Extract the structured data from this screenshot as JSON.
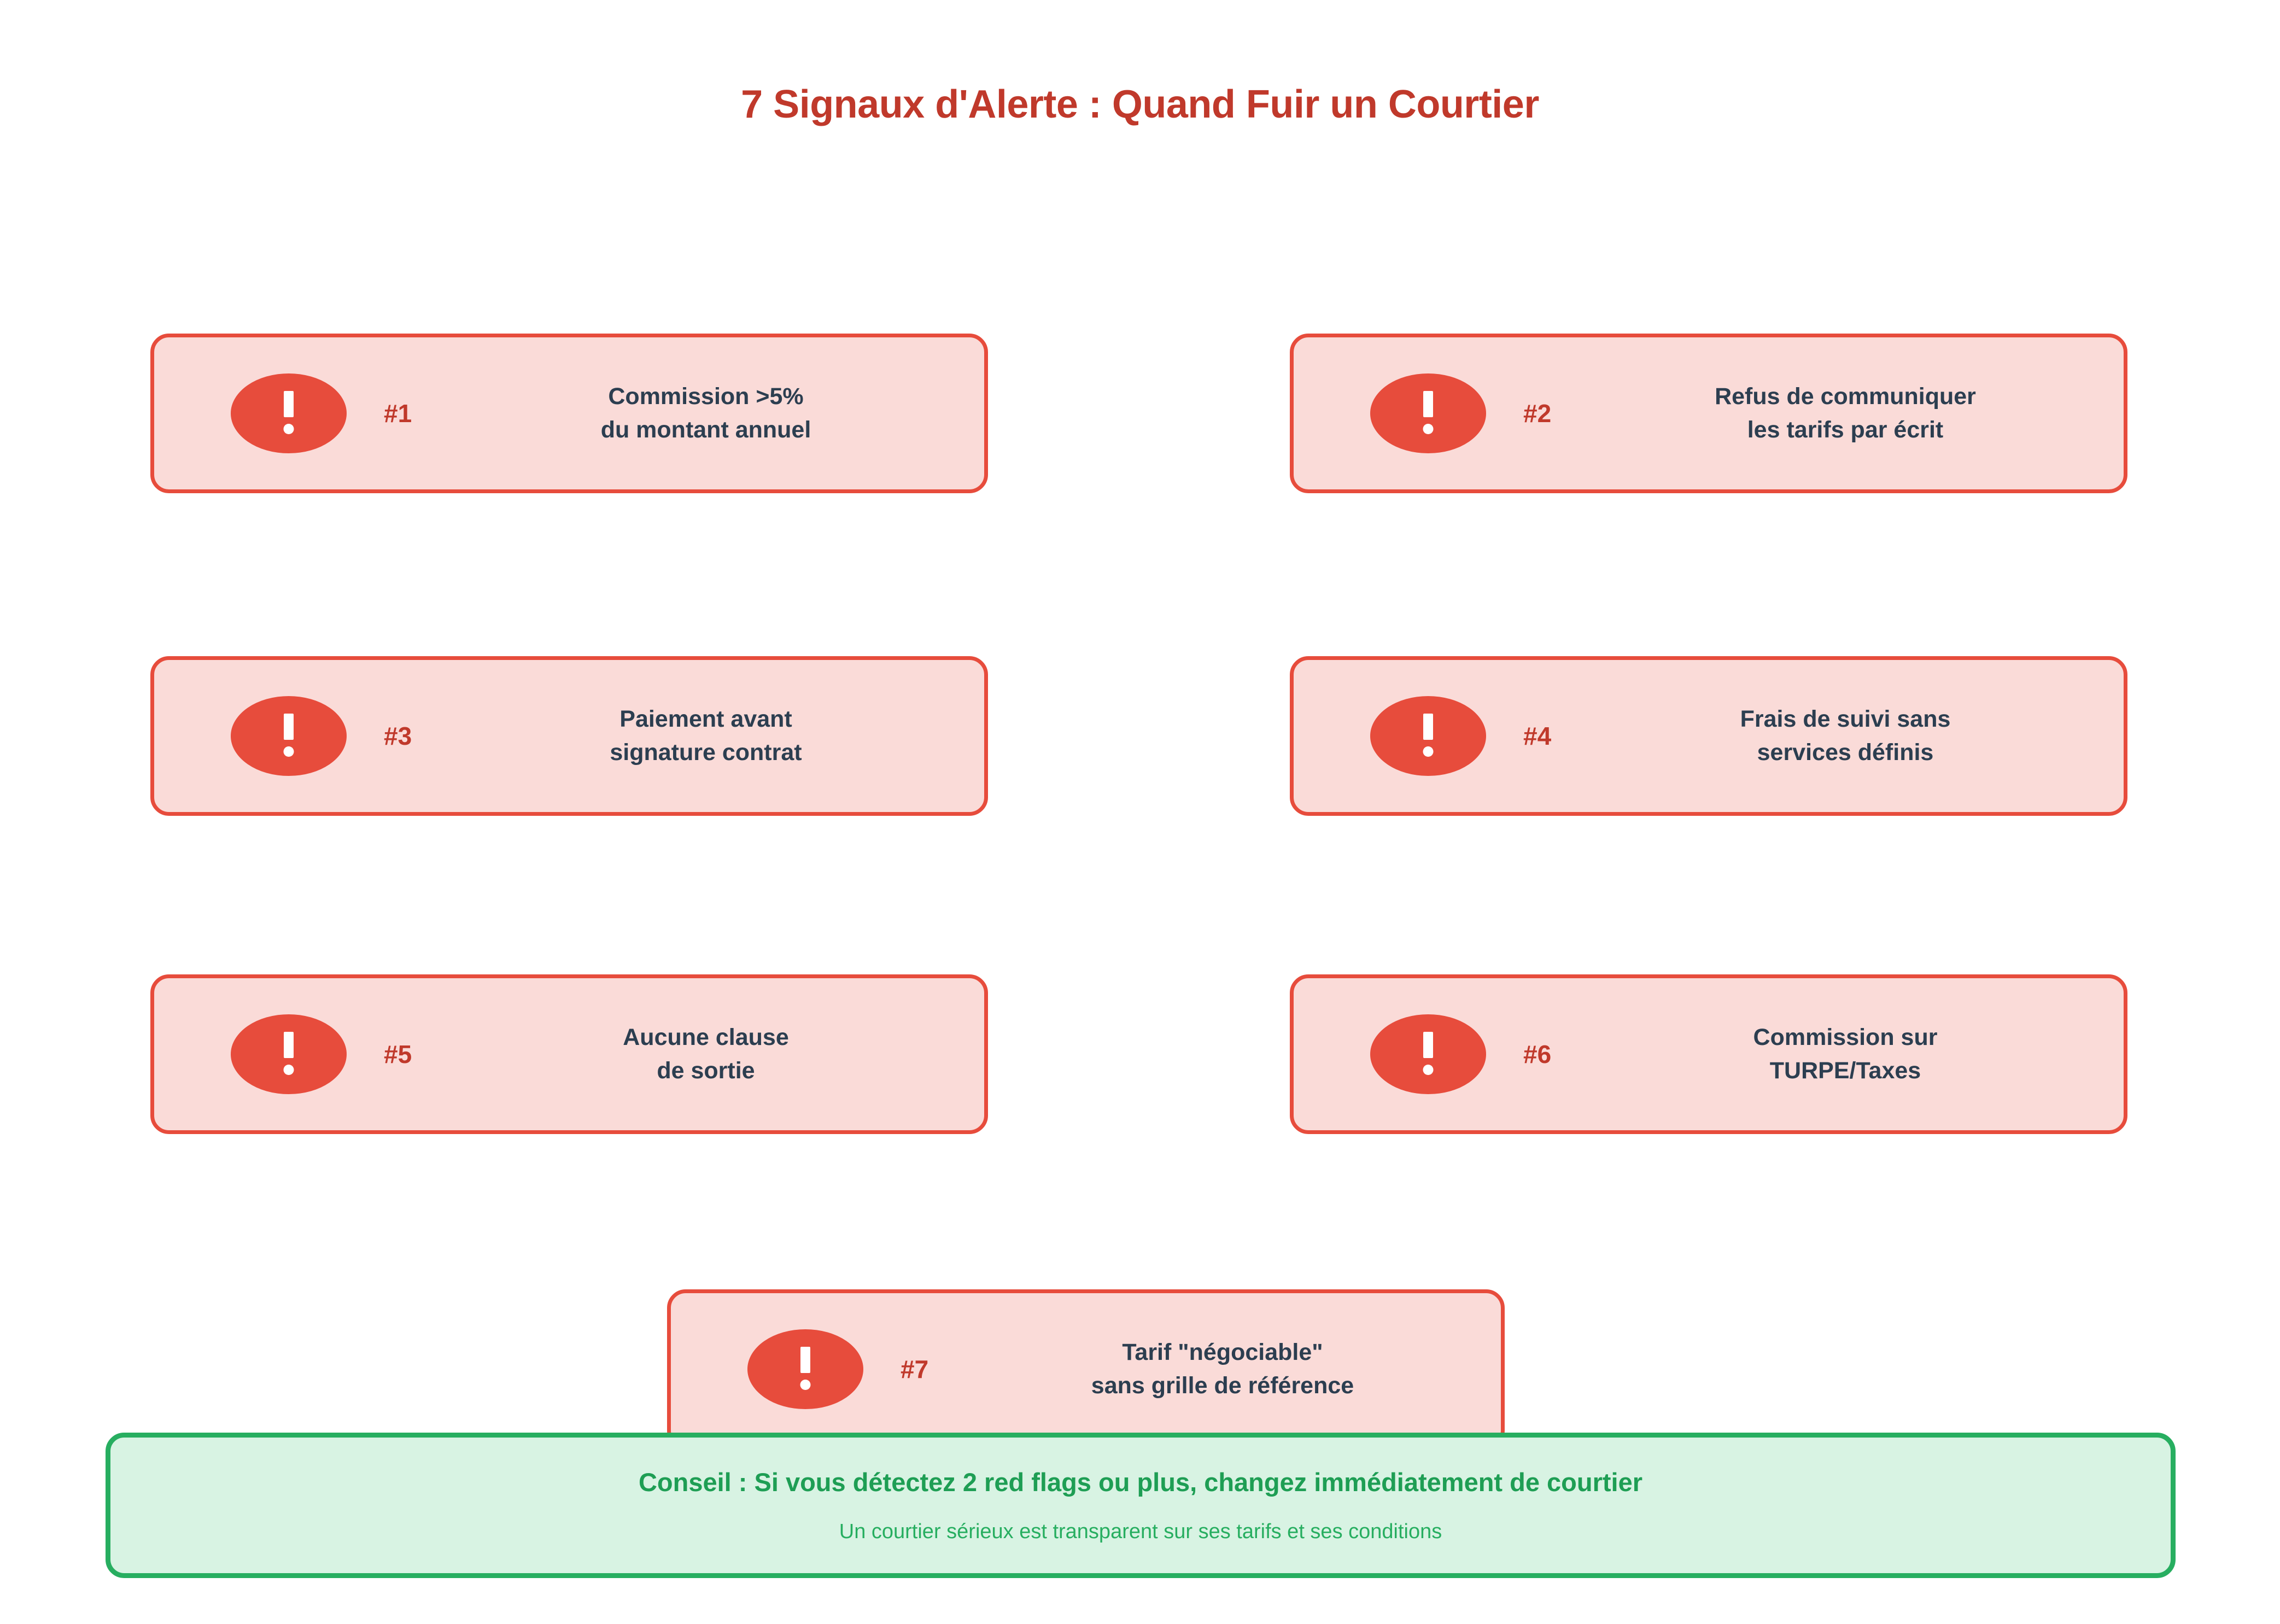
{
  "page": {
    "title": "7 Signaux d'Alerte : Quand Fuir un Courtier",
    "background_color": "#FFFFFF"
  },
  "theme": {
    "red_accent": "#E74C3C",
    "red_dark": "#C0392B",
    "card_pink": "#FADBD8",
    "navy_text": "#2C3E50",
    "green_accent": "#27AE60",
    "green_light": "#D8F3E3"
  },
  "flags": [
    {
      "number": "#1",
      "icon": "exclamation-icon",
      "text": "Commission >5%\ndu montant annuel"
    },
    {
      "number": "#2",
      "icon": "exclamation-icon",
      "text": "Refus de communiquer\nles tarifs par écrit"
    },
    {
      "number": "#3",
      "icon": "exclamation-icon",
      "text": "Paiement avant\nsignature contrat"
    },
    {
      "number": "#4",
      "icon": "exclamation-icon",
      "text": "Frais de suivi sans\nservices définis"
    },
    {
      "number": "#5",
      "icon": "exclamation-icon",
      "text": "Aucune clause\nde sortie"
    },
    {
      "number": "#6",
      "icon": "exclamation-icon",
      "text": "Commission sur\nTURPE/Taxes"
    },
    {
      "number": "#7",
      "icon": "exclamation-icon",
      "text": "Tarif \"négociable\"\nsans grille de référence"
    }
  ],
  "advice": {
    "main": "Conseil : Si vous détectez 2 red flags ou plus, changez immédiatement de courtier",
    "sub": "Un courtier sérieux est transparent sur ses tarifs et ses conditions"
  }
}
